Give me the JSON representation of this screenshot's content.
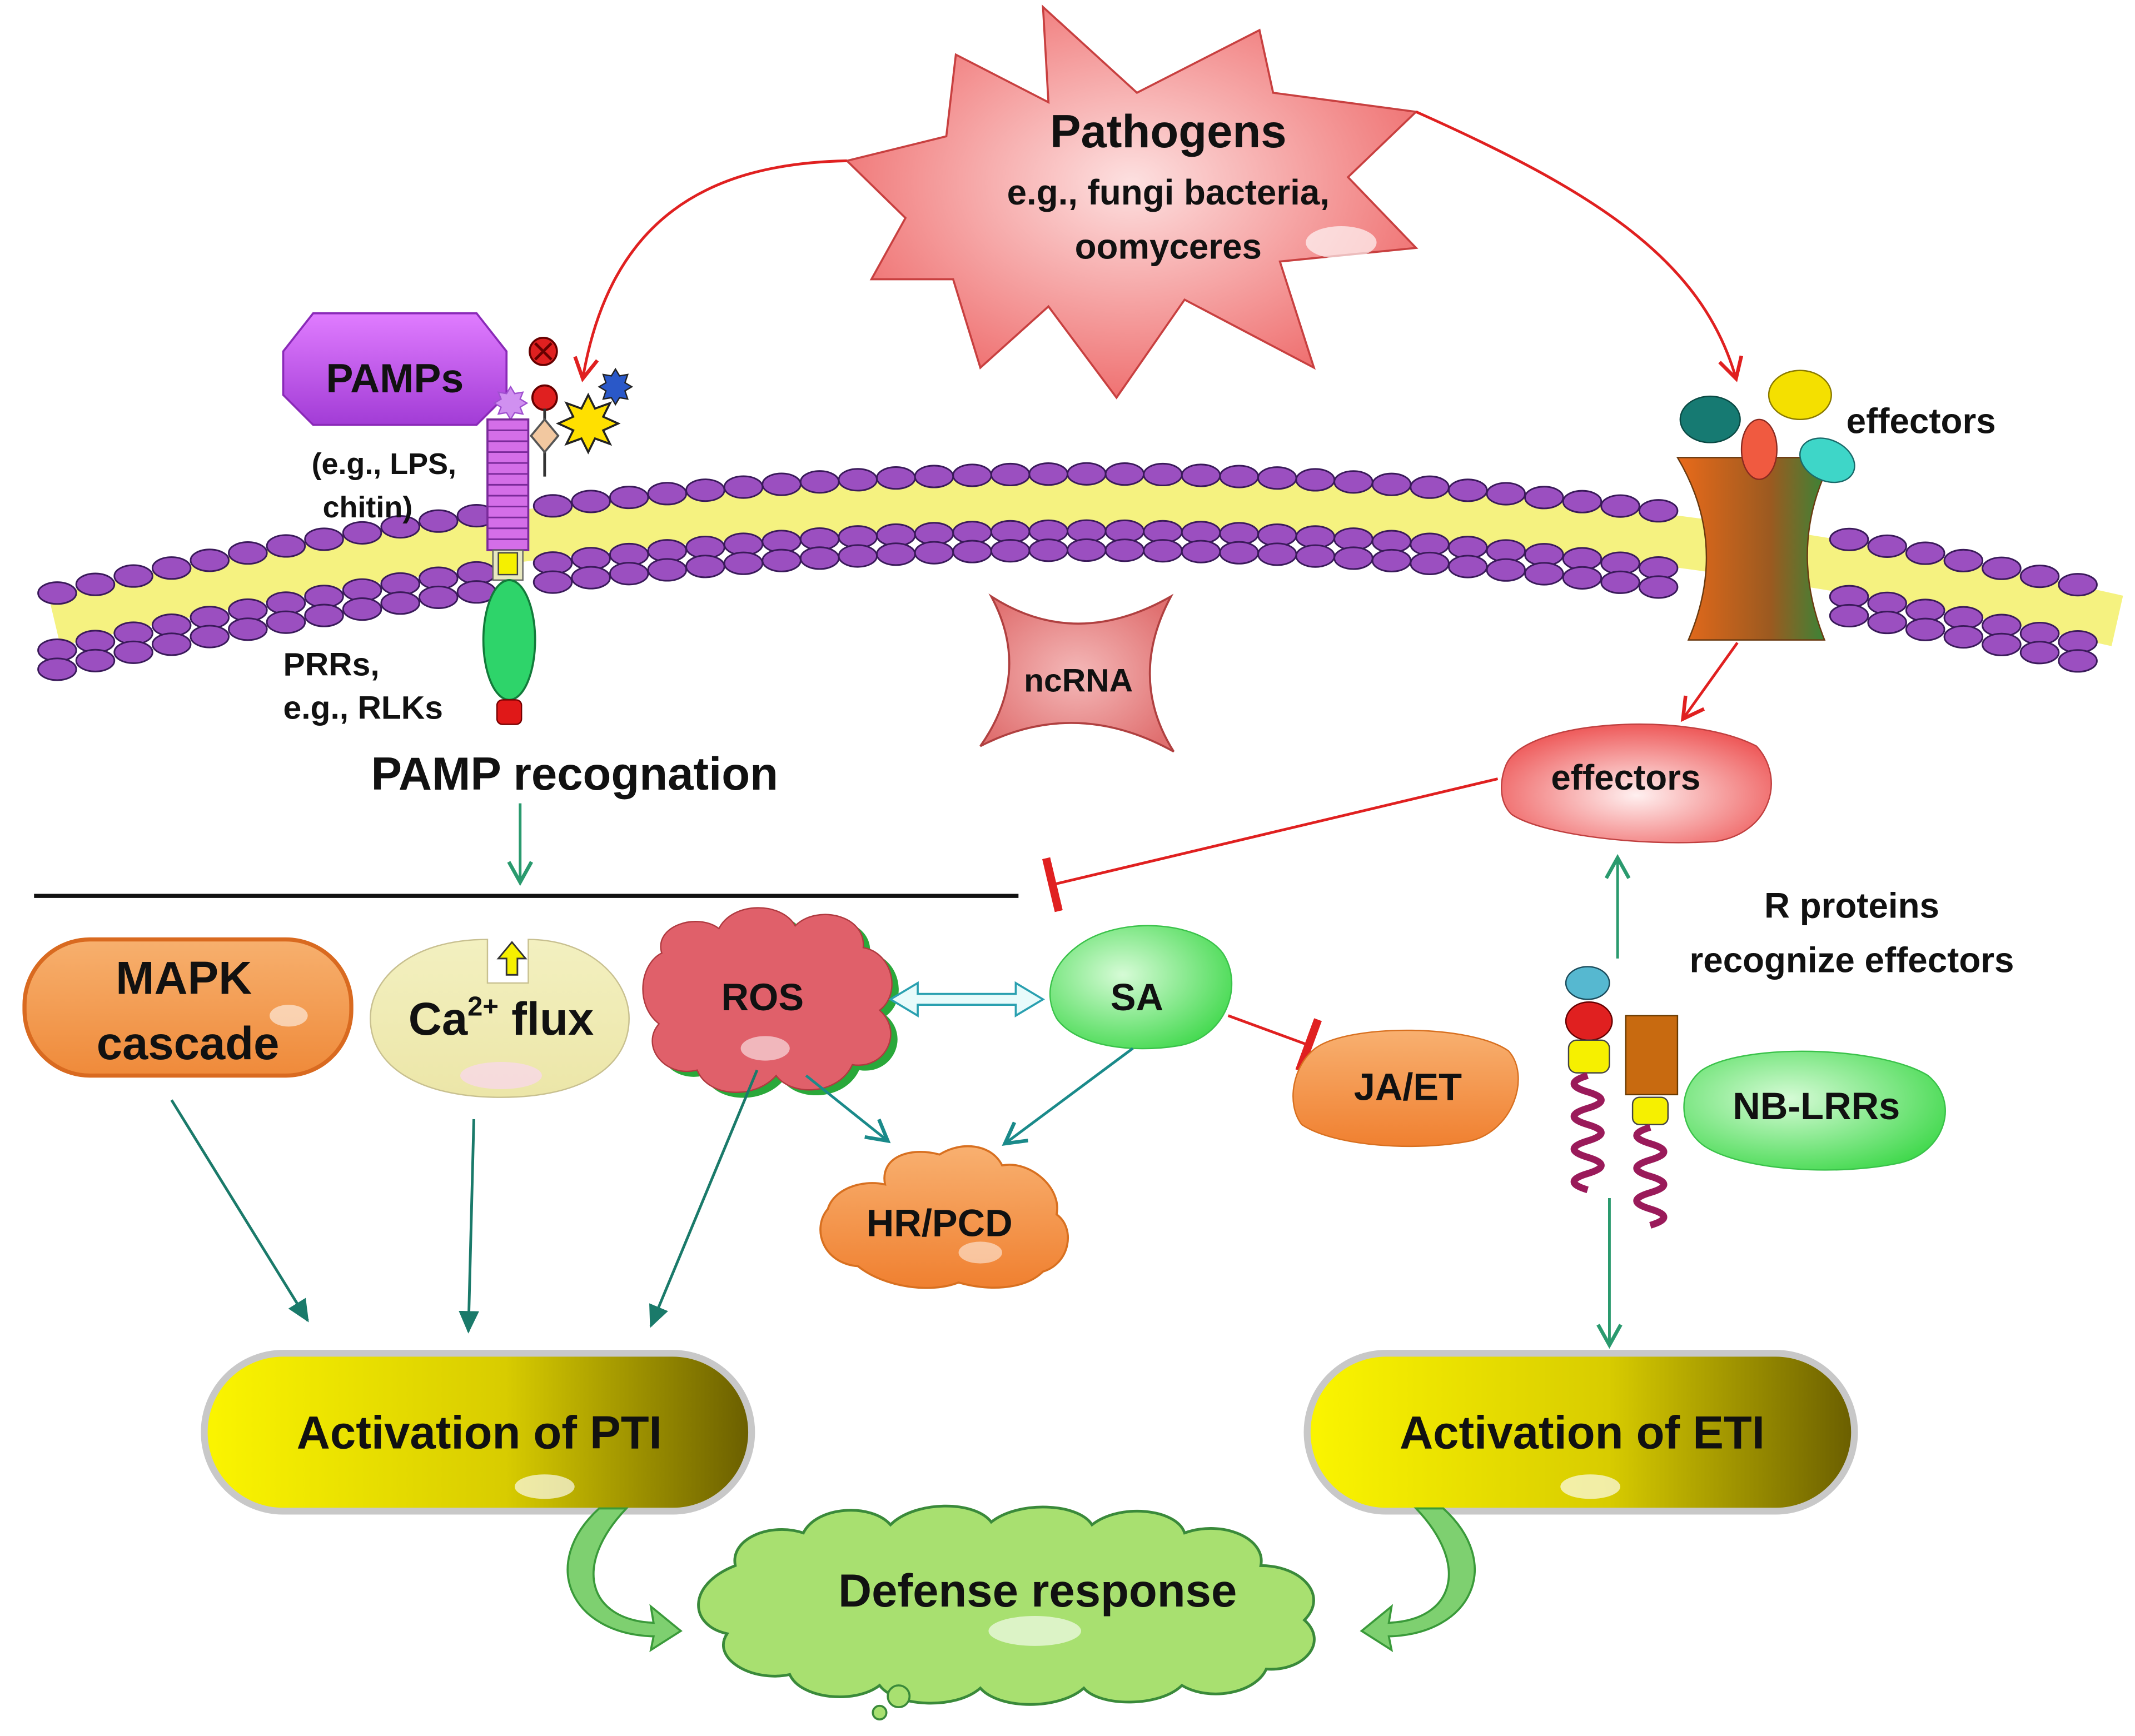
{
  "pathogens": {
    "title": "Pathogens",
    "line1": "e.g., fungi bacteria,",
    "line2": "oomyceres"
  },
  "pamps": {
    "label": "PAMPs",
    "example_line1": "(e.g., LPS,",
    "example_line2": "chitin)"
  },
  "prrs": {
    "line1": "PRRs,",
    "line2": "e.g., RLKs"
  },
  "pamp_recognition": "PAMP recognation",
  "ncrna": "ncRNA",
  "effectors_outside": "effectors",
  "effectors_inside": "effectors",
  "mapk": {
    "line1": "MAPK",
    "line2": "cascade"
  },
  "ca_flux": {
    "prefix": "Ca",
    "superscript": "2+",
    "suffix": " flux"
  },
  "ros": "ROS",
  "sa": "SA",
  "ja_et": "JA/ET",
  "hr_pcd": "HR/PCD",
  "r_proteins": {
    "line1": "R proteins",
    "line2": "recognize effectors"
  },
  "nb_lrrs": "NB-LRRs",
  "pti": "Activation of PTI",
  "eti": "Activation of ETI",
  "defense": "Defense response",
  "colors": {
    "membrane_head": "#9b4fc0",
    "membrane_tail": "#f3f06a",
    "activate_arrow": "#2a9a6e",
    "inhibit_line": "#e02020",
    "pathogen_fill": "#f07070",
    "pill_yellow": "#f6f000",
    "pill_olive": "#6e6400",
    "defense_cloud": "#a8e070"
  }
}
